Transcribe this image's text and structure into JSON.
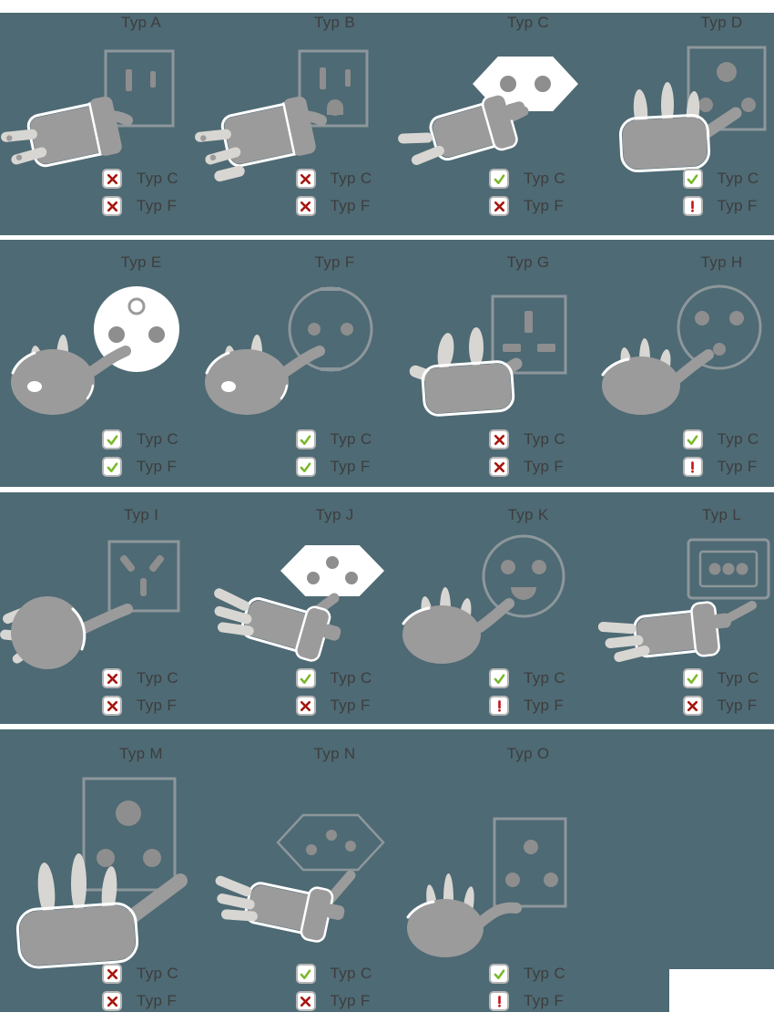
{
  "page": {
    "background_color": "#ffffff",
    "band_color": "#4e6a74",
    "text_color": "#3d3d3d"
  },
  "status_colors": {
    "yes": "#79b829",
    "no": "#a5170e",
    "warn": "#c3161c"
  },
  "groups": [
    {
      "cells": [
        {
          "id": "A",
          "label": "Typ A",
          "illustration": "typ-a-plug-socket-illustration",
          "compat": [
            {
              "label": "Typ C",
              "status": "no"
            },
            {
              "label": "Typ F",
              "status": "no"
            }
          ]
        },
        {
          "id": "B",
          "label": "Typ B",
          "illustration": "typ-b-plug-socket-illustration",
          "compat": [
            {
              "label": "Typ C",
              "status": "no"
            },
            {
              "label": "Typ F",
              "status": "no"
            }
          ]
        },
        {
          "id": "C",
          "label": "Typ C",
          "illustration": "typ-c-plug-socket-illustration",
          "compat": [
            {
              "label": "Typ C",
              "status": "yes"
            },
            {
              "label": "Typ F",
              "status": "no"
            }
          ]
        },
        {
          "id": "D",
          "label": "Typ D",
          "illustration": "typ-d-plug-socket-illustration",
          "compat": [
            {
              "label": "Typ C",
              "status": "yes"
            },
            {
              "label": "Typ F",
              "status": "warn"
            }
          ]
        }
      ]
    },
    {
      "cells": [
        {
          "id": "E",
          "label": "Typ E",
          "illustration": "typ-e-plug-socket-illustration",
          "compat": [
            {
              "label": "Typ C",
              "status": "yes"
            },
            {
              "label": "Typ F",
              "status": "yes"
            }
          ]
        },
        {
          "id": "F",
          "label": "Typ F",
          "illustration": "typ-f-plug-socket-illustration",
          "compat": [
            {
              "label": "Typ C",
              "status": "yes"
            },
            {
              "label": "Typ F",
              "status": "yes"
            }
          ]
        },
        {
          "id": "G",
          "label": "Typ G",
          "illustration": "typ-g-plug-socket-illustration",
          "compat": [
            {
              "label": "Typ C",
              "status": "no"
            },
            {
              "label": "Typ F",
              "status": "no"
            }
          ]
        },
        {
          "id": "H",
          "label": "Typ H",
          "illustration": "typ-h-plug-socket-illustration",
          "compat": [
            {
              "label": "Typ C",
              "status": "yes"
            },
            {
              "label": "Typ F",
              "status": "warn"
            }
          ]
        }
      ]
    },
    {
      "cells": [
        {
          "id": "I",
          "label": "Typ I",
          "illustration": "typ-i-plug-socket-illustration",
          "compat": [
            {
              "label": "Typ C",
              "status": "no"
            },
            {
              "label": "Typ F",
              "status": "no"
            }
          ]
        },
        {
          "id": "J",
          "label": "Typ J",
          "illustration": "typ-j-plug-socket-illustration",
          "compat": [
            {
              "label": "Typ C",
              "status": "yes"
            },
            {
              "label": "Typ F",
              "status": "no"
            }
          ]
        },
        {
          "id": "K",
          "label": "Typ K",
          "illustration": "typ-k-plug-socket-illustration",
          "compat": [
            {
              "label": "Typ C",
              "status": "yes"
            },
            {
              "label": "Typ F",
              "status": "warn"
            }
          ]
        },
        {
          "id": "L",
          "label": "Typ L",
          "illustration": "typ-l-plug-socket-illustration",
          "compat": [
            {
              "label": "Typ C",
              "status": "yes"
            },
            {
              "label": "Typ F",
              "status": "no"
            }
          ]
        }
      ]
    },
    {
      "cells": [
        {
          "id": "M",
          "label": "Typ M",
          "illustration": "typ-m-plug-socket-illustration",
          "compat": [
            {
              "label": "Typ C",
              "status": "no"
            },
            {
              "label": "Typ F",
              "status": "no"
            }
          ]
        },
        {
          "id": "N",
          "label": "Typ N",
          "illustration": "typ-n-plug-socket-illustration",
          "compat": [
            {
              "label": "Typ C",
              "status": "yes"
            },
            {
              "label": "Typ F",
              "status": "no"
            }
          ]
        },
        {
          "id": "O",
          "label": "Typ O",
          "illustration": "typ-o-plug-socket-illustration",
          "compat": [
            {
              "label": "Typ C",
              "status": "yes"
            },
            {
              "label": "Typ F",
              "status": "warn"
            }
          ]
        }
      ]
    }
  ]
}
